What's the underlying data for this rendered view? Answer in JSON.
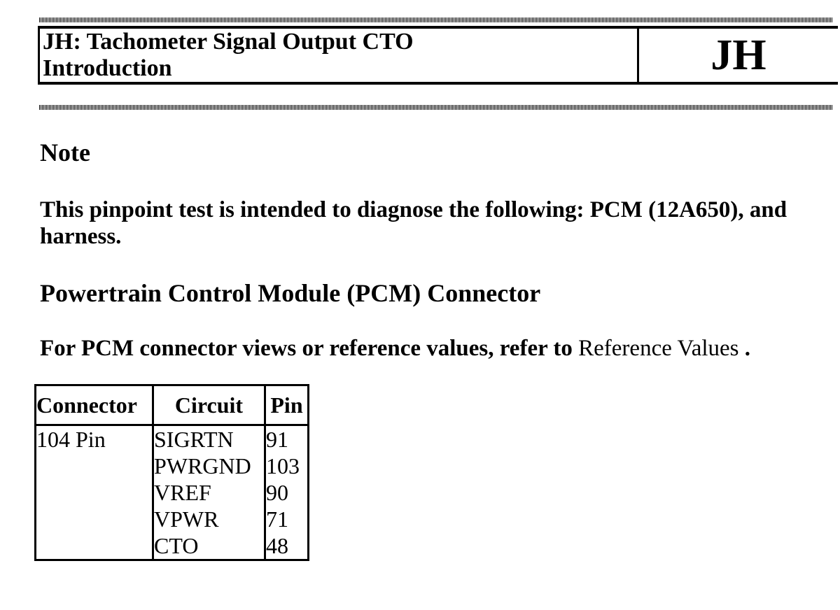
{
  "header": {
    "title_line1": "JH: Tachometer Signal Output CTO",
    "title_line2": "Introduction",
    "code": "JH"
  },
  "note": {
    "heading": "Note",
    "lines": [
      "This pinpoint test is intended to diagnose the following: PCM (12A650), and",
      "harness."
    ]
  },
  "section": {
    "heading": "Powertrain Control Module (PCM) Connector"
  },
  "reference": {
    "prefix": "For PCM connector views or reference values, refer to ",
    "link": "Reference Values",
    "suffix": " ."
  },
  "connector_table": {
    "headers": [
      "Connector",
      "Circuit",
      "Pin"
    ],
    "row": {
      "connector": "104 Pin",
      "circuits": [
        "SIGRTN",
        "PWRGND",
        "VREF",
        "VPWR",
        "CTO"
      ],
      "pins": [
        "91",
        "103",
        "90",
        "71",
        "48"
      ]
    }
  },
  "colors": {
    "ink": "#000000",
    "paper": "#ffffff"
  }
}
